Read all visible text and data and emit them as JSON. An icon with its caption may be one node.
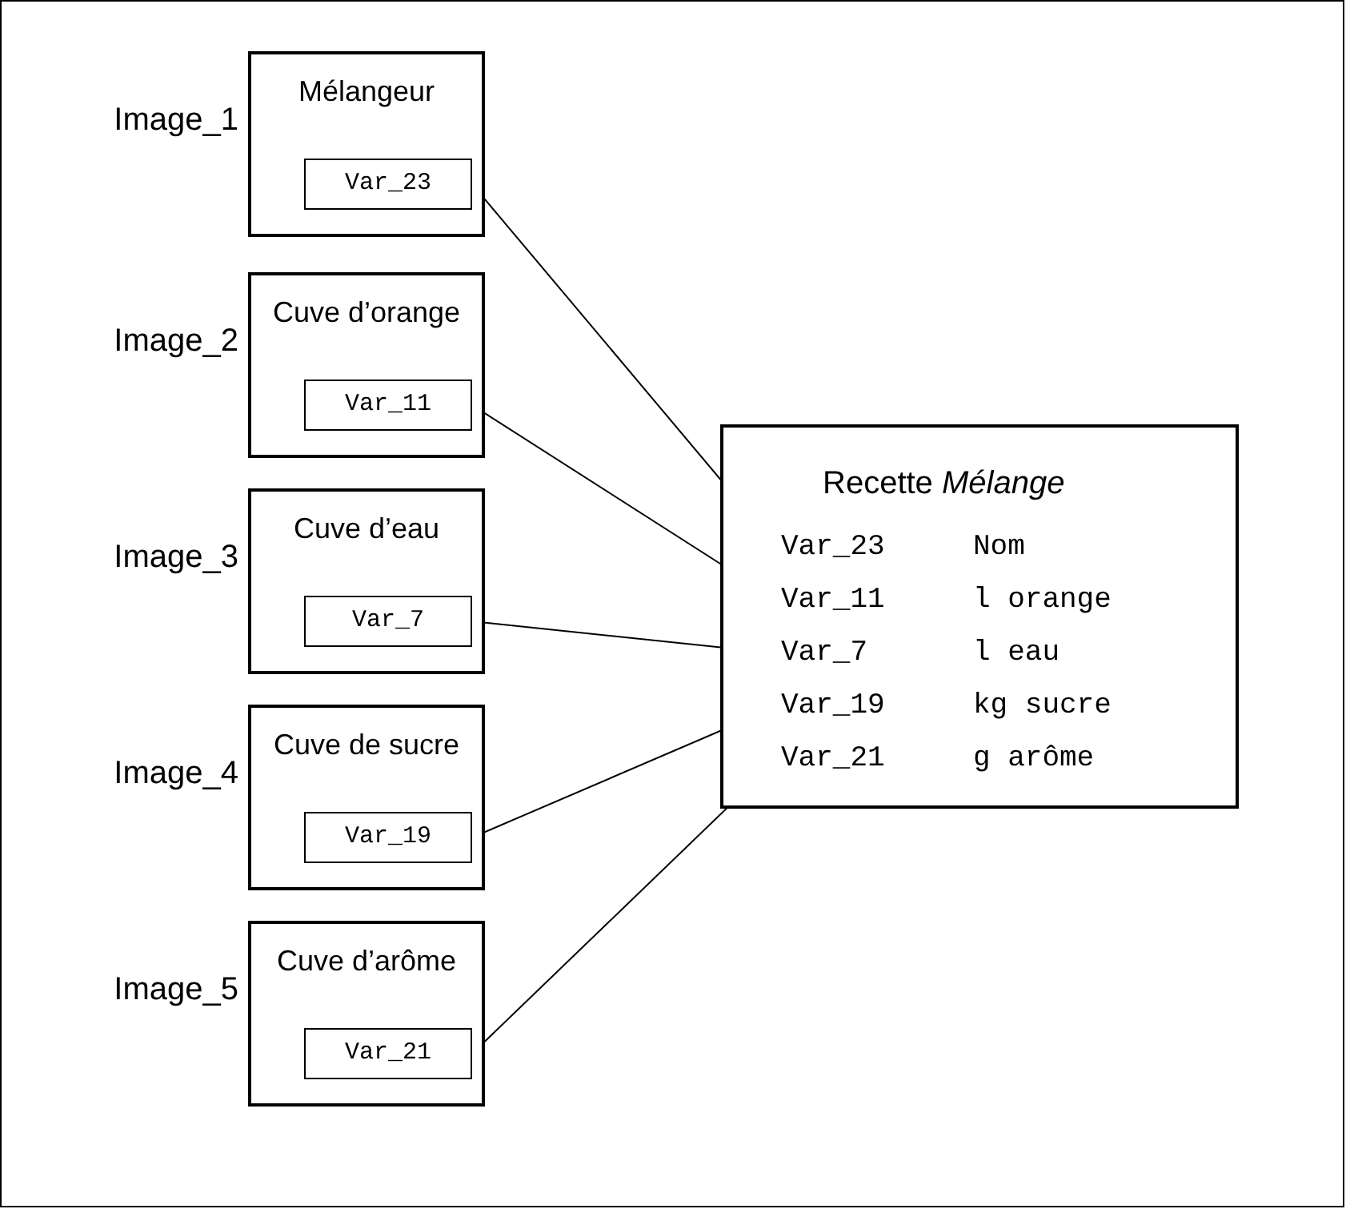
{
  "diagram": {
    "nodes": [
      {
        "text": [
          "Mélangeur"
        ],
        "beside": [
          "Image_1"
        ]
      },
      {
        "text": [
          "Var_23"
        ],
        "in": 0
      },
      {
        "text": [
          "Cuve d’orange"
        ],
        "beside": [
          "Image_2"
        ]
      },
      {
        "text": [
          "Var_11"
        ],
        "in": 2
      },
      {
        "text": [
          "Cuve d’eau"
        ],
        "beside": [
          "Image_3"
        ]
      },
      {
        "text": [
          "Var_7"
        ],
        "in": 4
      },
      {
        "text": [
          "Cuve de sucre"
        ],
        "beside": [
          "Image_4"
        ]
      },
      {
        "text": [
          "Var_19"
        ],
        "in": 6
      },
      {
        "text": [
          "Cuve d’arôme"
        ],
        "beside": [
          "Image_5"
        ]
      },
      {
        "text": [
          "Var_21"
        ],
        "in": 8
      },
      {
        "text": [
          "Recette *Mélange*"
        ]
      },
      {
        "text": [
          "Var_23",
          "Nom"
        ],
        "in": 10
      },
      {
        "text": [
          "Var_11",
          "l orange"
        ],
        "in": 10
      },
      {
        "text": [
          "Var_7",
          "l eau"
        ],
        "in": 10
      },
      {
        "text": [
          "Var_19",
          "kg sucre"
        ],
        "in": 10
      },
      {
        "text": [
          "Var_21",
          "g arôme"
        ],
        "in": 10
      }
    ],
    "edges": [
      {
        "from": 1,
        "to": 11,
        "arrow": "none"
      },
      {
        "from": 3,
        "to": 12,
        "arrow": "none"
      },
      {
        "from": 5,
        "to": 13,
        "arrow": "none"
      },
      {
        "from": 7,
        "to": 14,
        "arrow": "none"
      },
      {
        "from": 9,
        "to": 15,
        "arrow": "none"
      }
    ]
  }
}
